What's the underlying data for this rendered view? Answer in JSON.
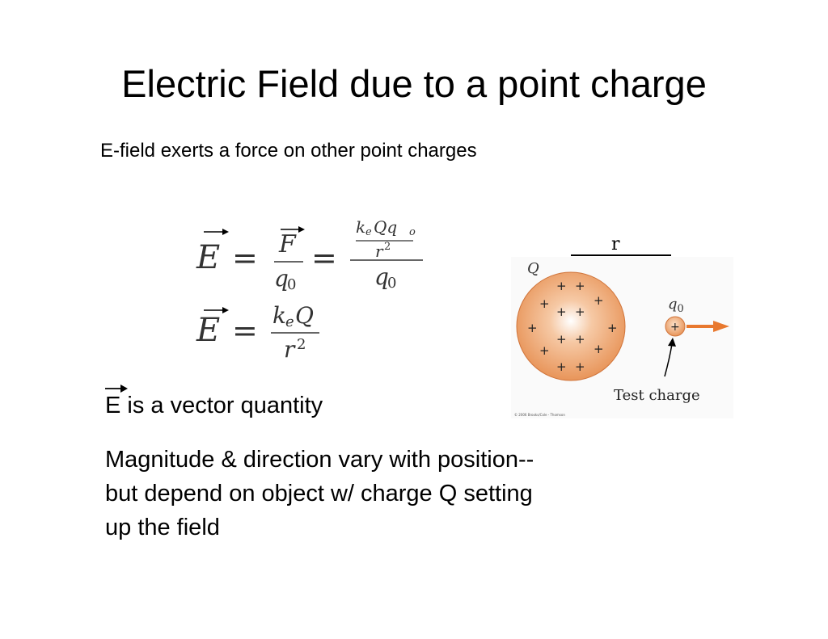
{
  "slide": {
    "title": "Electric Field due to a point charge",
    "subtitle": "E-field exerts a force on other point charges"
  },
  "equations": {
    "eq1": {
      "lhs": "E",
      "equals": "=",
      "force": "F",
      "q0": "q",
      "q0_sub": "0",
      "num_k": "k",
      "num_k_sub": "e",
      "num_rest": "Qq",
      "num_rest_sub": "o",
      "num_r": "r",
      "num_r_exp": "2",
      "den": "q",
      "den_sub": "0"
    },
    "eq2": {
      "lhs": "E",
      "equals": "=",
      "num_k": "k",
      "num_k_sub": "e",
      "num_Q": "Q",
      "den_r": "r",
      "den_r_exp": "2"
    }
  },
  "diagram": {
    "distance_label": "r",
    "source_label": "Q",
    "source_sign": "+",
    "test_label": "q",
    "test_label_sub": "0",
    "test_sign": "+",
    "test_charge_label": "Test charge",
    "copyright": "© 2006 Brooks/Cole - Thomson",
    "sphere_color": "#e8955a",
    "arrow_color": "#e8782e"
  },
  "body": {
    "vector_symbol": "E",
    "vector_statement": " is a vector quantity",
    "paragraph": "Magnitude & direction vary with position--but depend on object w/ charge Q setting up the field"
  }
}
